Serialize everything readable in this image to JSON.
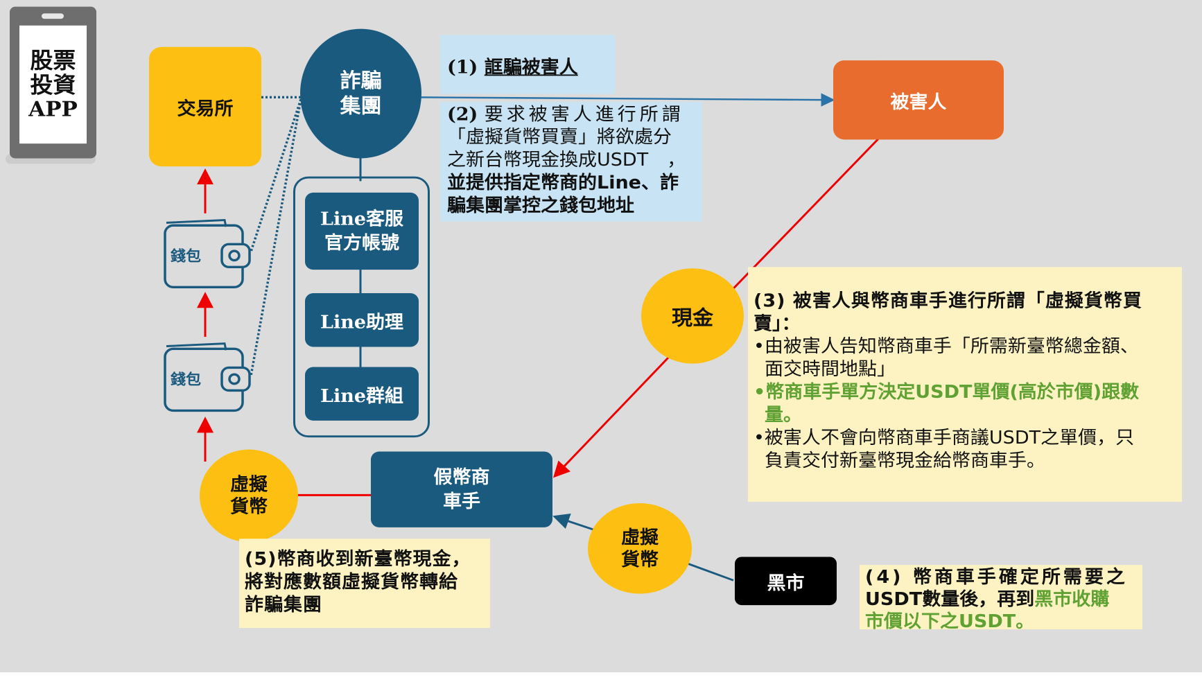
{
  "phone_app": {
    "line1": "股票",
    "line2": "投資",
    "line3": "APP"
  },
  "exchange": {
    "label": "交易所"
  },
  "scam_group": {
    "line1": "詐騙",
    "line2": "集團"
  },
  "victim": {
    "label": "被害人"
  },
  "line_cs": {
    "line1": "Line客服",
    "line2": "官方帳號"
  },
  "line_assistant": {
    "label": "Line助理"
  },
  "line_group": {
    "label": "Line群組"
  },
  "wallet_top": {
    "label": "錢包"
  },
  "wallet_bottom": {
    "label": "錢包"
  },
  "crypto_left": {
    "line1": "虛擬",
    "line2": "貨幣"
  },
  "crypto_right": {
    "line1": "虛擬",
    "line2": "貨幣"
  },
  "cash": {
    "label": "現金"
  },
  "fake_dealer": {
    "line1": "假幣商",
    "line2": "車手"
  },
  "black_market": {
    "label": "黑市"
  },
  "step1": {
    "num": "(1)",
    "text": "誆騙被害人"
  },
  "step2": {
    "num": "(2)",
    "line1": "要求被害人進行所謂",
    "line2": "「虛擬貨幣買賣」將欲處分",
    "line3": "之新台幣現金換成USDT　，",
    "line4": "並提供指定幣商的Line、詐",
    "line5": "騙集團掌控之錢包地址"
  },
  "step3": {
    "title1": "(3)  被害人與幣商車手進行所謂「虛擬貨幣買",
    "title2": "賣」：",
    "b1_line1": "•由被害人告知幣商車手「所需新臺幣總金額、",
    "b1_line2": "面交時間地點」",
    "b2_line1": "•幣商車手單方決定USDT單價(高於市價)跟數",
    "b2_line2": "量。",
    "b3_line1": "•被害人不會向幣商車手商議USDT之單價，只",
    "b3_line2": "負責交付新臺幣現金給幣商車手。"
  },
  "step4": {
    "line1": "(4) 幣商車手確定所需要之",
    "line2a": "USDT數量後，再到",
    "line2b": "黑市收購",
    "line3": "市價以下之USDT。"
  },
  "step5": {
    "line1": "(5)幣商收到新臺幣現金，",
    "line2": "將對應數額虛擬貨幣轉給",
    "line3": "詐騙集團"
  },
  "colors": {
    "navy": "#1b5a7f",
    "yellow": "#fcbf12",
    "orange": "#e96c2f",
    "red": "#ee0000",
    "green": "#5fa132",
    "pale_blue": "#c8e4f4",
    "pale_yellow": "#fdf3c2",
    "black": "#000000"
  }
}
